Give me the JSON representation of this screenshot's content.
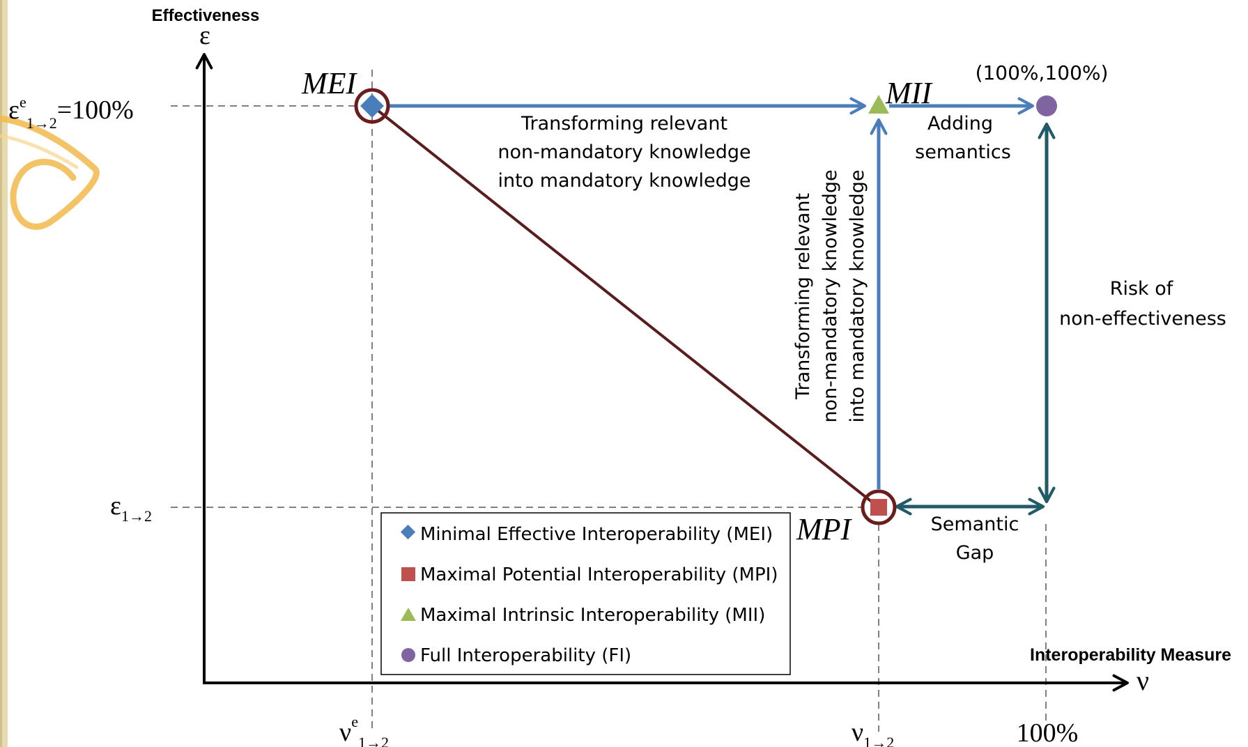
{
  "axes": {
    "y_title": "Effectiveness",
    "y_symbol": "ε",
    "x_title": "Interoperability Measure",
    "x_symbol": "ν"
  },
  "y_ticks": {
    "top_base": "ε",
    "top_sup": "e",
    "top_sub": "1→2",
    "top_suffix": "=100%",
    "low_base": "ε",
    "low_sub": "1→2"
  },
  "x_ticks": {
    "left_base": "ν",
    "left_sup": "e",
    "left_sub": "1→2",
    "mid_base": "ν",
    "mid_sub": "1→2",
    "right": "100%"
  },
  "points": {
    "mei": "MEI",
    "mii": "MII",
    "mpi": "MPI",
    "fi": "(100%,100%)"
  },
  "annotations": {
    "top_arrow": [
      "Transforming relevant",
      "non-mandatory knowledge",
      "into mandatory knowledge"
    ],
    "adding": [
      "Adding",
      "semantics"
    ],
    "vertical_arrow": [
      "Transforming relevant",
      "non-mandatory knowledge",
      "into mandatory knowledge"
    ],
    "risk": [
      "Risk of",
      "non-effectiveness"
    ],
    "gap": [
      "Semantic",
      "Gap"
    ]
  },
  "legend": [
    {
      "label": "Minimal Effective Interoperability (MEI)",
      "marker": "diamond",
      "color": "#4a7ebb"
    },
    {
      "label": "Maximal Potential Interoperability (MPI)",
      "marker": "square",
      "color": "#c0504d"
    },
    {
      "label": "Maximal Intrinsic Interoperability (MII)",
      "marker": "triangle",
      "color": "#9bbb59"
    },
    {
      "label": "Full Interoperability (FI)",
      "marker": "circle",
      "color": "#8064a2"
    }
  ],
  "colors": {
    "axis": "#000000",
    "guide": "#808080",
    "blue_arrow": "#4a7ebb",
    "teal_arrow": "#215b68",
    "diagonal": "#5a1d1d",
    "ring": "#6b1c1c",
    "left_strip": "#e6dab0",
    "swirl": "#f2b84b"
  }
}
